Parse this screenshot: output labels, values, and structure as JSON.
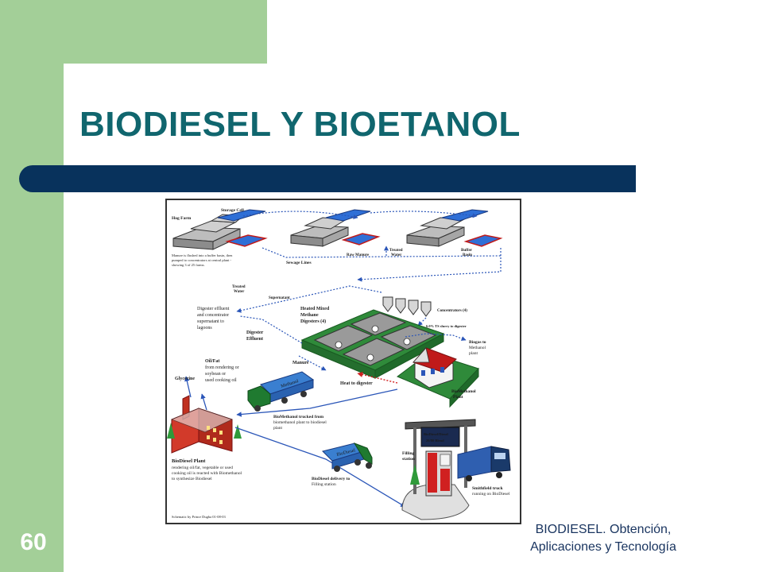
{
  "slide": {
    "title": "BIODIESEL Y BIOETANOL",
    "number": "60",
    "footer_line1": "BIODIESEL. Obtención,",
    "footer_line2": "Aplicaciones y Tecnología"
  },
  "diagram": {
    "labels": {
      "hog_farm": "Hog Farm",
      "storage_cell": "Storage Cell",
      "flush_note_1": "Manure is flushed into a buffer basin, then",
      "flush_note_2": "pumped to concentrators at central plant -",
      "flush_note_3": "showing 3 of 25 farms.",
      "sewage_lines": "Sewage Lines",
      "raw_manure": "Raw Manure",
      "treated_water_top_1": "Treated",
      "treated_water_top_2": "Water",
      "buffer_basin_1": "Buffer",
      "buffer_basin_2": "Basin",
      "treated_water_mid_1": "Treated",
      "treated_water_mid_2": "Water",
      "supernatant": "Supernatant",
      "digester_effluent_note_1": "Digester effluent",
      "digester_effluent_note_2": "and concentrator",
      "digester_effluent_note_3": "supernatant to",
      "digester_effluent_note_4": "lagoons",
      "heated_mixed_1": "Heated Mixed",
      "heated_mixed_2": "Methane",
      "heated_mixed_3": "Digesters (4)",
      "concentrators": "Concentrators (4)",
      "slurry": "6.0% TS slurry to digester",
      "digester_effluent_1": "Digester",
      "digester_effluent_2": "Effluent",
      "biogas_1": "Biogas to",
      "biogas_2": "Methanol",
      "biogas_3": "plant",
      "manure": "Manure",
      "heat_to_digester": "Heat to digester",
      "biomethanol_plant_1": "BioMethanol",
      "biomethanol_plant_2": "Plant",
      "oil_fat_title": "Oil/Fat",
      "oil_fat_1": "from rendering or",
      "oil_fat_2": "soybean or",
      "oil_fat_3": "used cooking oil",
      "glycerine": "Glycerine",
      "methanol_truck": "Methanol",
      "trucked_1": "BioMethanol trucked from",
      "trucked_2": "biomethanol plant to biodiesel",
      "trucked_3": "plant",
      "biodiesel_plant_title": "BioDiesel Plant",
      "biodiesel_plant_1": "rendering oil/fat,  vegetable or used",
      "biodiesel_plant_2": "cooking oil is reacted with Biomethanol",
      "biodiesel_plant_3": "to synthesize Biodiesel",
      "biodiesel_truck": "BioDiesel",
      "delivery_1": "BioDiesel delivery to",
      "delivery_2": "Filling station",
      "filling_1": "Filling",
      "filling_2": "station",
      "sign_1": "BioDiesel/Diesel",
      "sign_2": "20/80 Blend",
      "smithfield_1": "Smithfield truck",
      "smithfield_2": "running on BioDiesel",
      "credit": "Schematic by Prince Dugba 01-08-03"
    }
  }
}
